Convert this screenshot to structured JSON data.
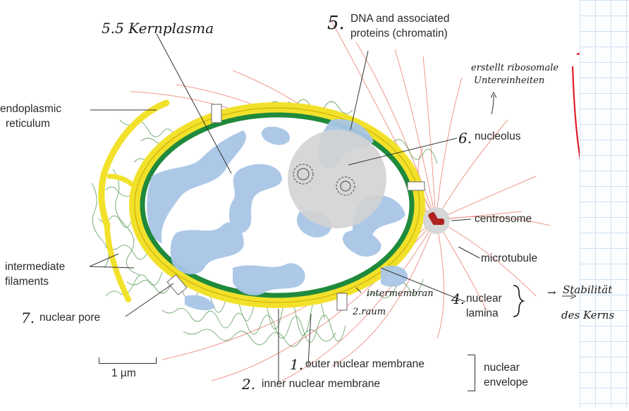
{
  "labels": {
    "kernplasma": "5.5 Kernplasma",
    "dna_num": "5.",
    "dna_line1": "DNA and associated",
    "dna_line2": "proteins (chromatin)",
    "erstellt_line1": "erstellt ribosomale",
    "erstellt_line2": "Untereinheiten",
    "er_line1": "endoplasmic",
    "er_line2": "reticulum",
    "nucleolus_num": "6.",
    "nucleolus": "nucleolus",
    "centrosome": "centrosome",
    "microtubule": "microtubule",
    "intermediate_line1": "intermediate",
    "intermediate_line2": "filaments",
    "lamina_num": "4.",
    "lamina_line1": "nuclear",
    "lamina_line2": "lamina",
    "stabilitaet_line1": "Stabilität",
    "stabilitaet_line2": "des Kerns",
    "arrow_symbol": "→",
    "intermembran_line1": "intermembran",
    "intermembran_line2": "2.raum",
    "pore_num": "7.",
    "pore": "nuclear pore",
    "outer_num": "1.",
    "outer": "outer nuclear membrane",
    "inner_num": "2.",
    "inner": "inner nuclear membrane",
    "envelope_line1": "nuclear",
    "envelope_line2": "envelope",
    "scale": "1 µm"
  },
  "colors": {
    "membrane": "#f2e12a",
    "lamina": "#1f8a3c",
    "chromatin": "#a9c6e6",
    "nucleolus": "#d3d3d3",
    "microtubule": "#ee8c80",
    "intermediate": "#3f8a3f",
    "annotation": "#e11d2a"
  }
}
